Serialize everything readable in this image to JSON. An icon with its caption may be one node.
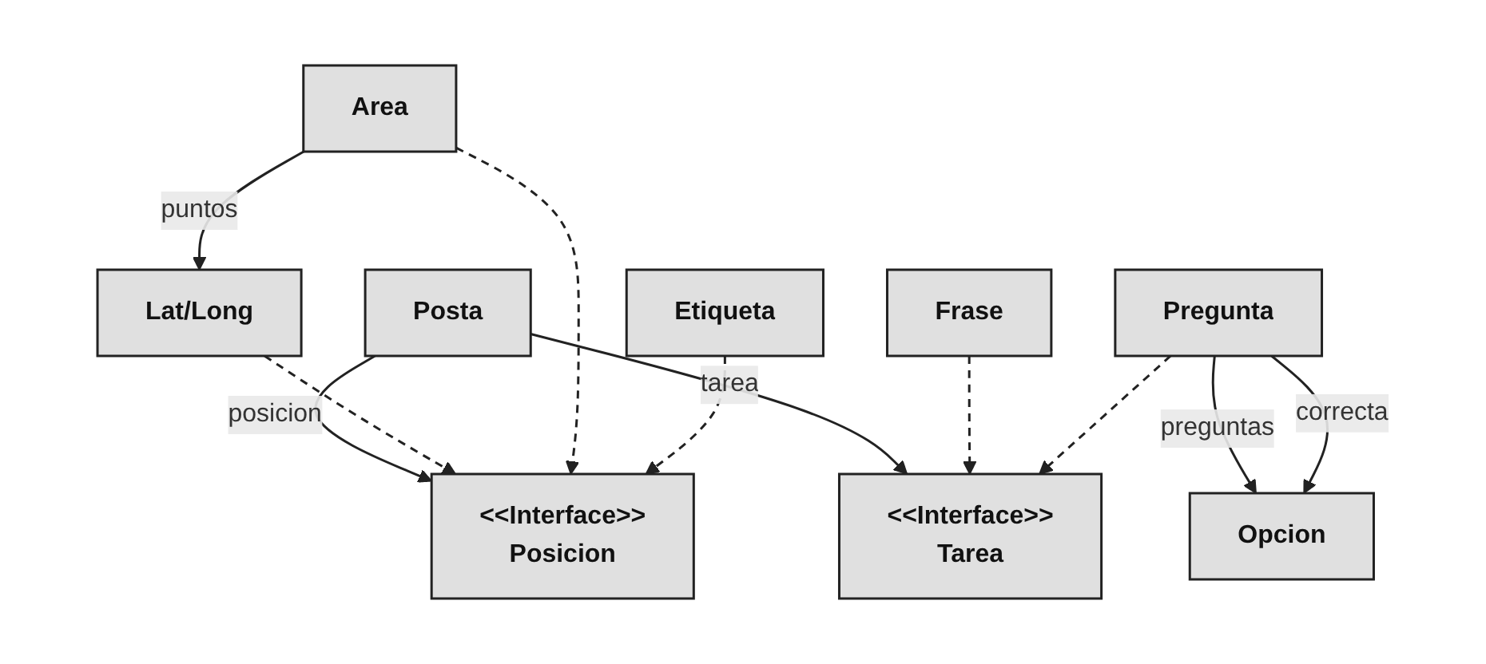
{
  "diagram": {
    "nodes": [
      {
        "text": [
          "Posta"
        ]
      },
      {
        "text": [
          "<<Interface>>",
          "Posicion"
        ]
      },
      {
        "text": [
          "<<Interface>>",
          "Tarea"
        ]
      },
      {
        "text": [
          "Lat/Long"
        ]
      },
      {
        "text": [
          "Area"
        ]
      },
      {
        "text": [
          "Etiqueta"
        ]
      },
      {
        "text": [
          "Frase"
        ]
      },
      {
        "text": [
          "Pregunta"
        ]
      },
      {
        "text": [
          "Opcion"
        ]
      }
    ],
    "edges": [
      {
        "from": 0,
        "to": 1,
        "arrow": "to",
        "label": "posicion"
      },
      {
        "from": 0,
        "to": 2,
        "arrow": "to",
        "label": "tarea"
      },
      {
        "from": 3,
        "to": 1,
        "arrow": "to",
        "style": "dashed"
      },
      {
        "from": 4,
        "to": 1,
        "arrow": "to",
        "style": "dashed"
      },
      {
        "from": 5,
        "to": 1,
        "arrow": "to",
        "style": "dashed"
      },
      {
        "from": 6,
        "to": 2,
        "arrow": "to",
        "style": "dashed"
      },
      {
        "from": 7,
        "to": 2,
        "arrow": "to",
        "style": "dashed"
      },
      {
        "from": 4,
        "to": 3,
        "arrow": "to",
        "label": "puntos"
      },
      {
        "from": 7,
        "to": 8,
        "arrow": "to",
        "label": "preguntas"
      },
      {
        "from": 7,
        "to": 8,
        "arrow": "to",
        "label": "correcta"
      }
    ]
  }
}
